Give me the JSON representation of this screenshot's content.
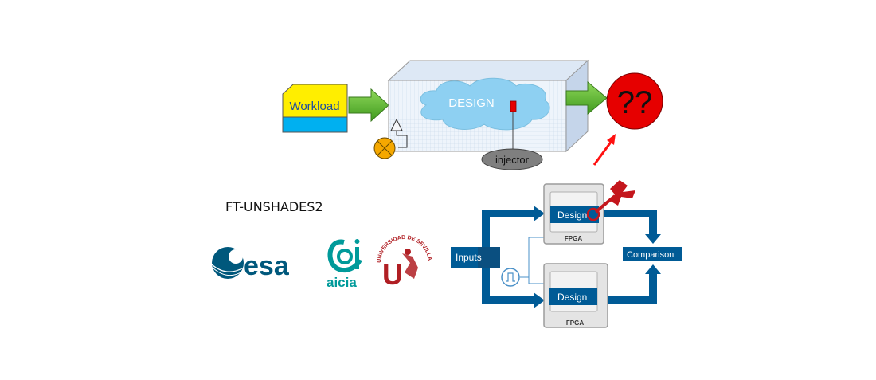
{
  "top_diagram": {
    "workload_label": "Workload",
    "design_label": "DESIGN",
    "injector_label": "injector",
    "result_label": "??"
  },
  "project": {
    "title": "FT-UNSHADES2"
  },
  "logos": {
    "esa": "esa",
    "aicia": "aicia",
    "university_seal_text": "UNIVERSIDAD DE SEVILLA",
    "university_mark": "U"
  },
  "bottom_diagram": {
    "inputs_label": "Inputs",
    "design_top_label": "Design",
    "design_bottom_label": "Design",
    "fpga_top_label": "FPGA",
    "fpga_bottom_label": "FPGA",
    "comparison_label": "Comparison"
  },
  "colors": {
    "workload_yellow": "#ffee00",
    "workload_cyan": "#00b0f0",
    "arrow_green": "#5cb82e",
    "result_red": "#e60000",
    "diagram_blue": "#005b96",
    "esa_blue": "#00587c",
    "aicia_teal": "#009a9a",
    "seville_red": "#b01e23"
  }
}
